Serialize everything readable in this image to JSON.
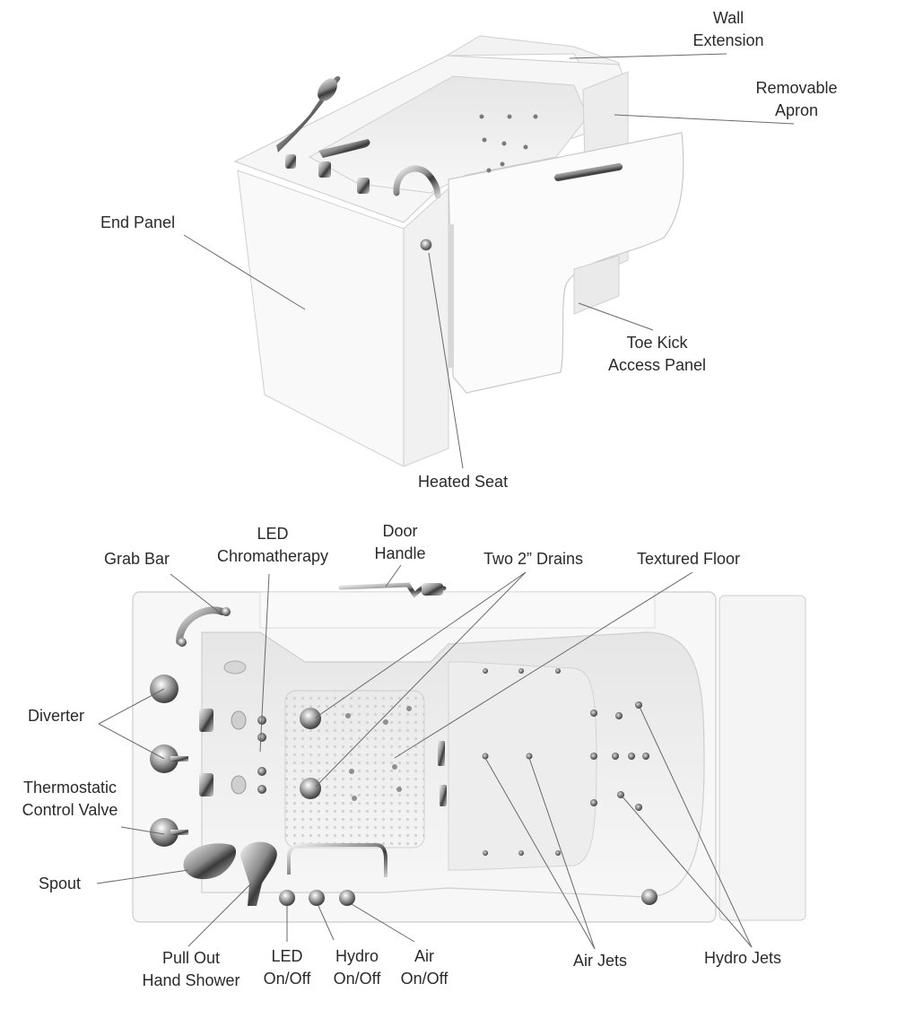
{
  "top_view": {
    "wall_extension": [
      "Wall",
      "Extension"
    ],
    "removable_apron": [
      "Removable",
      "Apron"
    ],
    "end_panel": "End Panel",
    "toe_kick": [
      "Toe Kick",
      "Access Panel"
    ],
    "heated_seat": "Heated Seat"
  },
  "plan_view": {
    "grab_bar": "Grab Bar",
    "led_chromatherapy": [
      "LED",
      "Chromatherapy"
    ],
    "door_handle": [
      "Door",
      "Handle"
    ],
    "two_drains": "Two 2” Drains",
    "textured_floor": "Textured Floor",
    "diverter": "Diverter",
    "thermostatic_valve": [
      "Thermostatic",
      "Control Valve"
    ],
    "spout": "Spout",
    "pull_out_shower": [
      "Pull Out",
      "Hand Shower"
    ],
    "led_on_off": [
      "LED",
      "On/Off"
    ],
    "hydro_on_off": [
      "Hydro",
      "On/Off"
    ],
    "air_on_off": [
      "Air",
      "On/Off"
    ],
    "air_jets": "Air Jets",
    "hydro_jets": "Hydro Jets"
  }
}
